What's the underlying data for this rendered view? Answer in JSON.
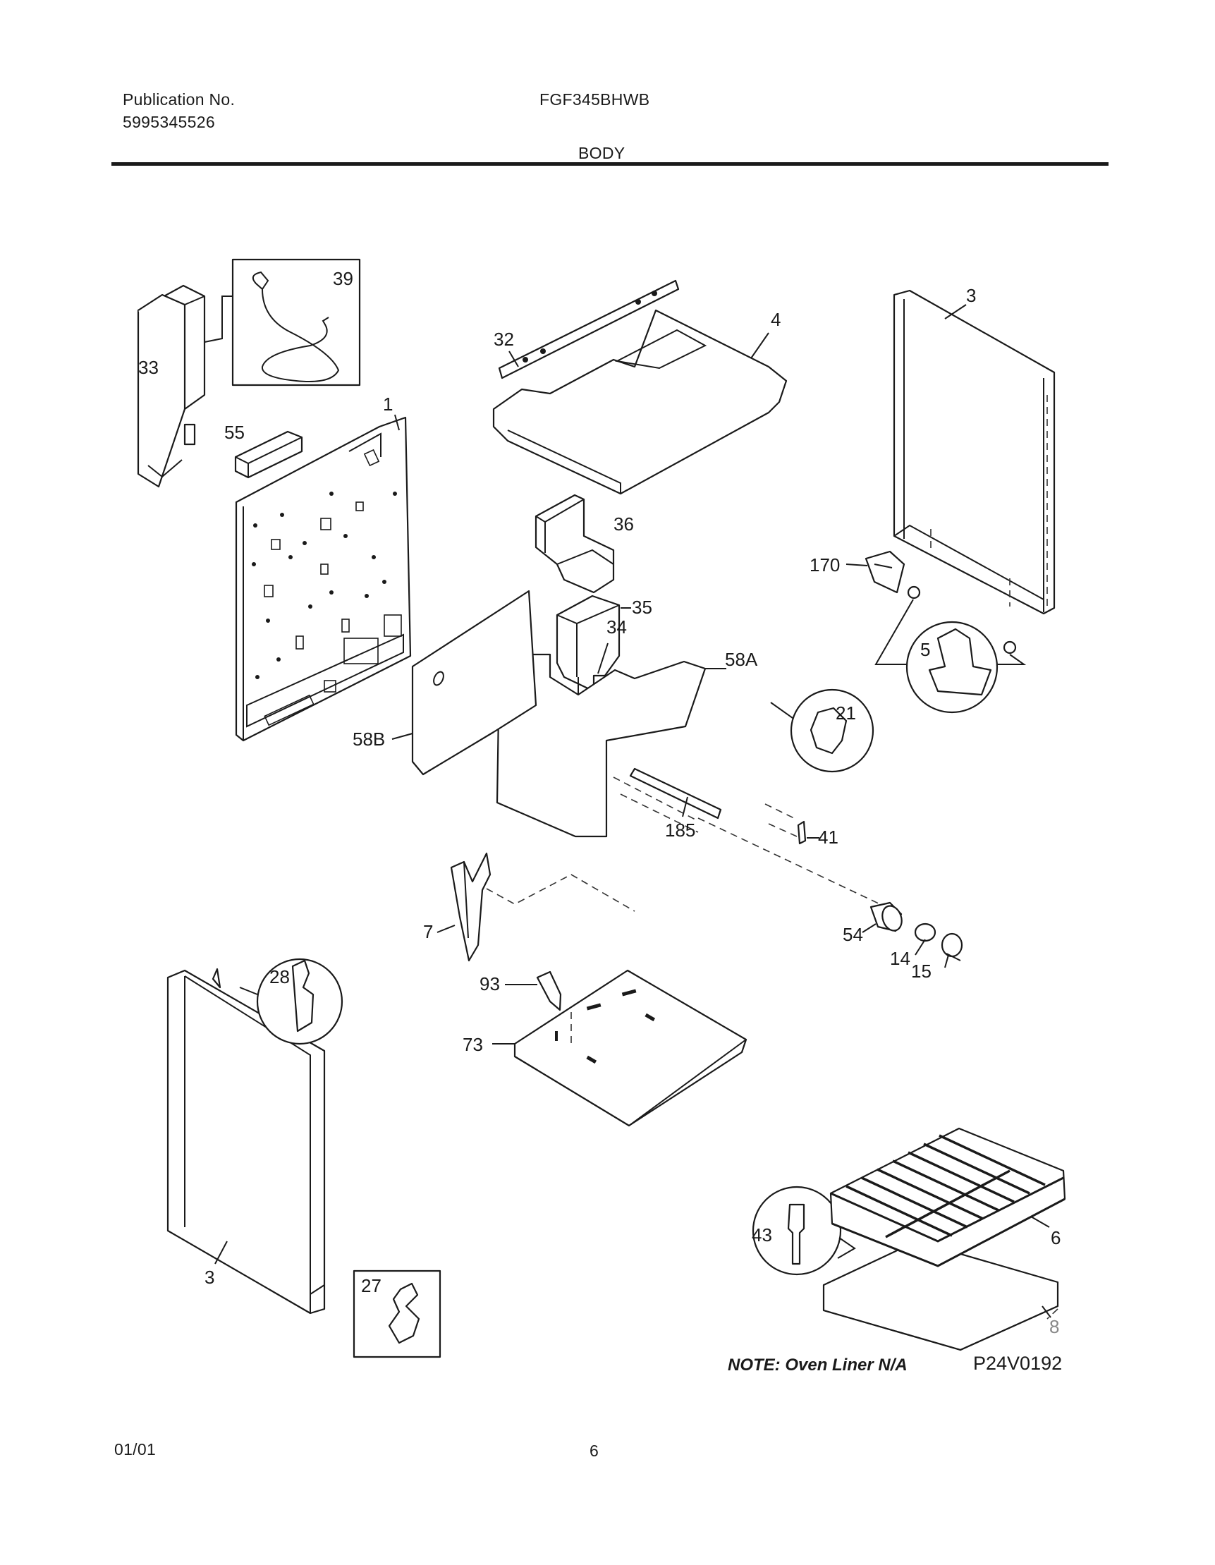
{
  "header": {
    "publication_label": "Publication No.",
    "publication_number": "5995345526",
    "model": "FGF345BHWB",
    "section": "BODY"
  },
  "footer": {
    "date": "01/01",
    "page": "6"
  },
  "diagram": {
    "note": "NOTE: Oven Liner N/A",
    "drawing_code": "P24V0192",
    "callouts": [
      "39",
      "33",
      "55",
      "1",
      "32",
      "4",
      "3",
      "36",
      "170",
      "35",
      "34",
      "58A",
      "5",
      "58B",
      "21",
      "185",
      "41",
      "7",
      "54",
      "14",
      "15",
      "28",
      "93",
      "73",
      "43",
      "6",
      "8",
      "3",
      "27"
    ]
  }
}
